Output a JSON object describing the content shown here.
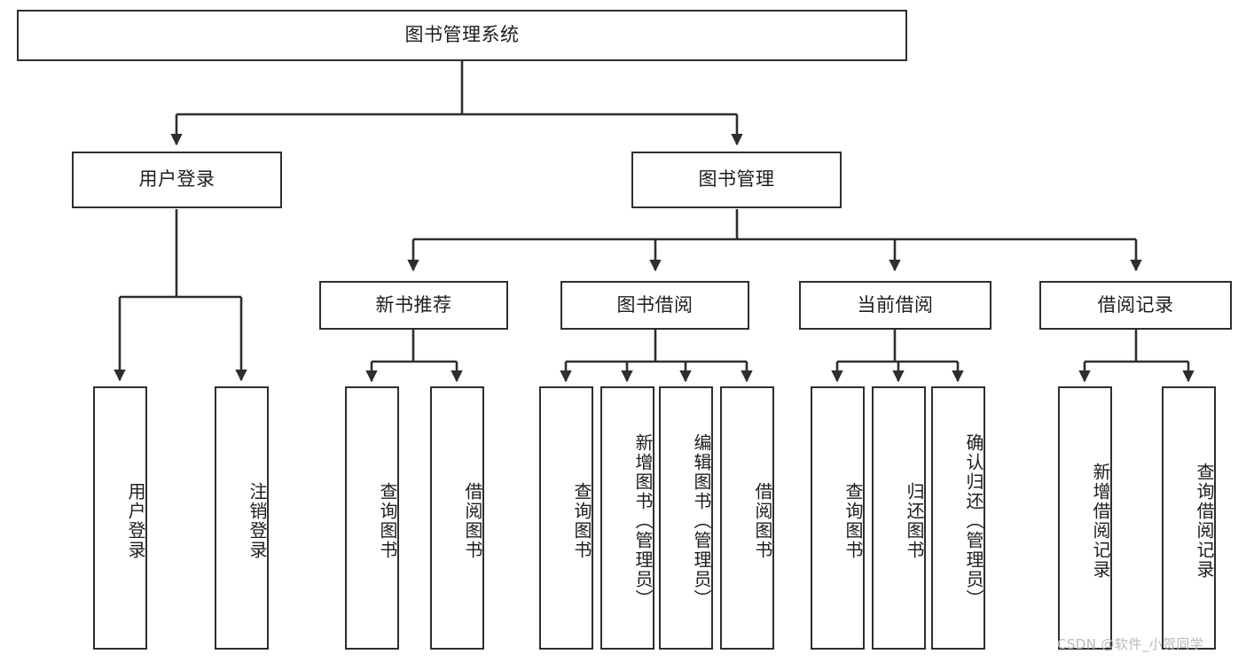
{
  "diagram": {
    "title": "图书管理系统",
    "watermark": "CSDN @软件_小贺同学",
    "colors": {
      "stroke": "#2e2e2e",
      "fill": "#ffffff",
      "text": "#1d1d1d",
      "watermark": "#b9b9b9"
    },
    "root": {
      "label": "图书管理系统"
    },
    "level2": [
      {
        "label": "用户登录"
      },
      {
        "label": "图书管理"
      }
    ],
    "level3": [
      {
        "label": "新书推荐"
      },
      {
        "label": "图书借阅"
      },
      {
        "label": "当前借阅"
      },
      {
        "label": "借阅记录"
      }
    ],
    "leaves": {
      "user_login": [
        {
          "label": "用户登录"
        },
        {
          "label": "注销登录"
        }
      ],
      "new_book": [
        {
          "label": "查询图书"
        },
        {
          "label": "借阅图书"
        }
      ],
      "book_borrow": [
        {
          "label": "查询图书"
        },
        {
          "label": "新增图书（管理员）"
        },
        {
          "label": "编辑图书（管理员）"
        },
        {
          "label": "借阅图书"
        }
      ],
      "current_borrow": [
        {
          "label": "查询图书"
        },
        {
          "label": "归还图书"
        },
        {
          "label": "确认归还（管理员）"
        }
      ],
      "borrow_record": [
        {
          "label": "新增借阅记录"
        },
        {
          "label": "查询借阅记录"
        }
      ]
    }
  }
}
